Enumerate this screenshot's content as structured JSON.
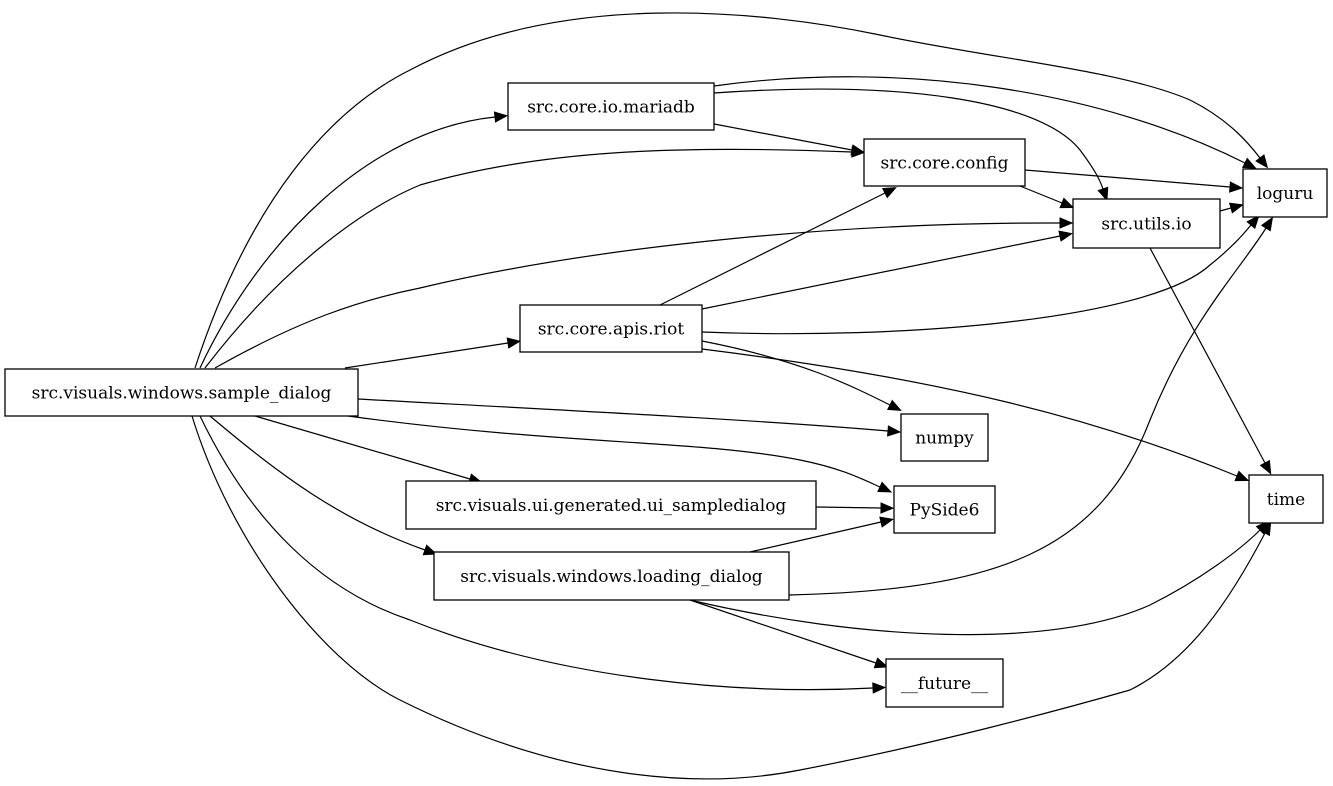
{
  "diagram": {
    "nodes": [
      {
        "id": "sample_dialog",
        "label": "src.visuals.windows.sample_dialog"
      },
      {
        "id": "mariadb",
        "label": "src.core.io.mariadb"
      },
      {
        "id": "config",
        "label": "src.core.config"
      },
      {
        "id": "riot",
        "label": "src.core.apis.riot"
      },
      {
        "id": "utils_io",
        "label": "src.utils.io"
      },
      {
        "id": "loguru",
        "label": "loguru"
      },
      {
        "id": "numpy",
        "label": "numpy"
      },
      {
        "id": "ui_sampledialog",
        "label": "src.visuals.ui.generated.ui_sampledialog"
      },
      {
        "id": "pyside6",
        "label": "PySide6"
      },
      {
        "id": "loading_dialog",
        "label": "src.visuals.windows.loading_dialog"
      },
      {
        "id": "time",
        "label": "time"
      },
      {
        "id": "future",
        "label": "__future__"
      }
    ],
    "edges": [
      {
        "from": "sample_dialog",
        "to": "mariadb"
      },
      {
        "from": "sample_dialog",
        "to": "config"
      },
      {
        "from": "sample_dialog",
        "to": "utils_io"
      },
      {
        "from": "sample_dialog",
        "to": "riot"
      },
      {
        "from": "sample_dialog",
        "to": "loguru"
      },
      {
        "from": "sample_dialog",
        "to": "numpy"
      },
      {
        "from": "sample_dialog",
        "to": "pyside6"
      },
      {
        "from": "sample_dialog",
        "to": "ui_sampledialog"
      },
      {
        "from": "sample_dialog",
        "to": "loading_dialog"
      },
      {
        "from": "sample_dialog",
        "to": "future"
      },
      {
        "from": "sample_dialog",
        "to": "time"
      },
      {
        "from": "mariadb",
        "to": "config"
      },
      {
        "from": "mariadb",
        "to": "loguru"
      },
      {
        "from": "mariadb",
        "to": "utils_io"
      },
      {
        "from": "config",
        "to": "loguru"
      },
      {
        "from": "config",
        "to": "utils_io"
      },
      {
        "from": "utils_io",
        "to": "loguru"
      },
      {
        "from": "utils_io",
        "to": "time"
      },
      {
        "from": "riot",
        "to": "config"
      },
      {
        "from": "riot",
        "to": "utils_io"
      },
      {
        "from": "riot",
        "to": "loguru"
      },
      {
        "from": "riot",
        "to": "numpy"
      },
      {
        "from": "riot",
        "to": "time"
      },
      {
        "from": "ui_sampledialog",
        "to": "pyside6"
      },
      {
        "from": "loading_dialog",
        "to": "pyside6"
      },
      {
        "from": "loading_dialog",
        "to": "loguru"
      },
      {
        "from": "loading_dialog",
        "to": "time"
      },
      {
        "from": "loading_dialog",
        "to": "future"
      }
    ]
  }
}
